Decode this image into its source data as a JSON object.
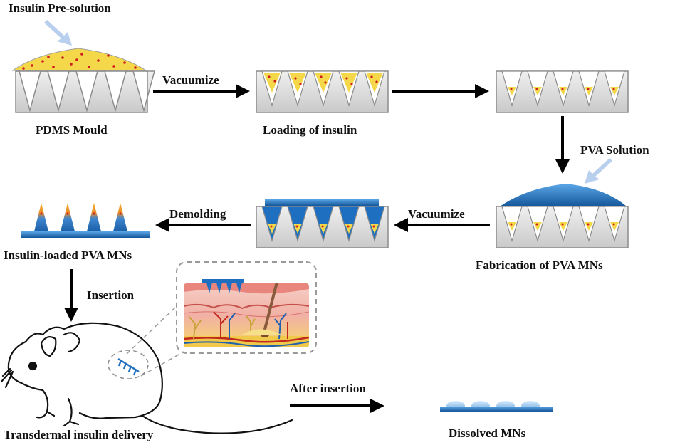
{
  "labels": {
    "insulin_presolution": "Insulin Pre-solution",
    "pdms_mould": "PDMS Mould",
    "vacuumize_1": "Vacuumize",
    "loading_of_insulin": "Loading of insulin",
    "pva_solution": "PVA Solution",
    "fabrication_of_pva_mns": "Fabrication of PVA MNs",
    "vacuumize_2": "Vacuumize",
    "demolding": "Demolding",
    "insulin_loaded_pva_mns": "Insulin-loaded PVA MNs",
    "insertion": "Insertion",
    "transdermal_insulin_delivery": "Transdermal insulin delivery",
    "after_insertion": "After insertion",
    "dissolved_mns": "Dissolved MNs"
  },
  "colors": {
    "mould_face": "#e4e4e4",
    "mould_shade": "#a9a9a9",
    "insulin_yellow": "#f5d84a",
    "insulin_dot": "#d11d1d",
    "pva_blue": "#1e6fc0",
    "pva_light": "#5aa6e6",
    "hint_arrow": "#b9cfee",
    "skin_pink": "#f3b6ad",
    "arrow": "#000000"
  },
  "icons": [
    "hint-arrow-icon",
    "skin-hair-icon",
    "blood-vessel-icon",
    "mouse-illustration"
  ]
}
